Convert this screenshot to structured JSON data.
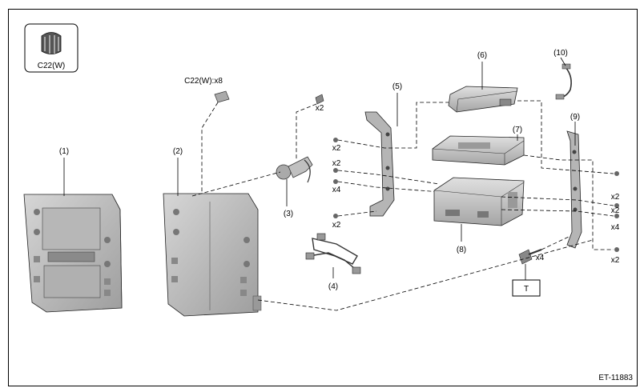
{
  "figure_id": "ET-11883",
  "legend": {
    "code": "C22(W)",
    "icon": "clip-icon"
  },
  "callouts": {
    "p1": "(1)",
    "p2": "(2)",
    "p3": "(3)",
    "p4": "(4)",
    "p5": "(5)",
    "p6": "(6)",
    "p7": "(7)",
    "p8": "(8)",
    "p9": "(9)",
    "p10": "(10)"
  },
  "quantities": {
    "clips": "C22(W):x8",
    "q_p3_top": "x2",
    "q_l1": "x2",
    "q_l2": "x2",
    "q_l3": "x4",
    "q_l4": "x2",
    "q_r1": "x2",
    "q_r2": "x2",
    "q_r3": "x4",
    "q_r4": "x2",
    "q_bolt": "x4"
  },
  "torque_box": "T",
  "colors": {
    "line": "#000000",
    "part_fill": "#c8c8c8",
    "part_dark": "#8a8a8a"
  }
}
